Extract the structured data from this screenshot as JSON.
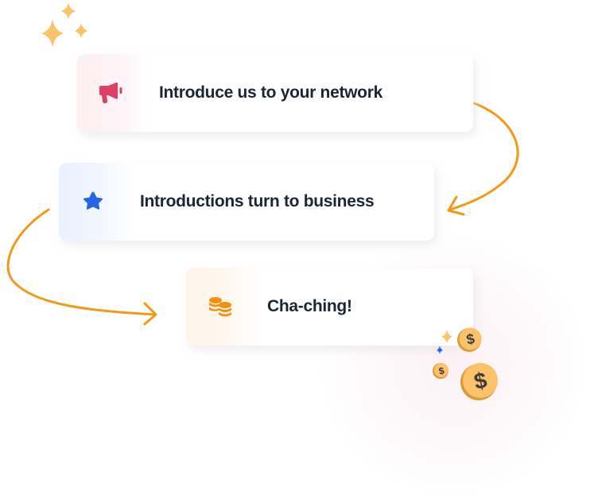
{
  "steps": [
    {
      "label": "Introduce us to your network",
      "icon": "megaphone-icon",
      "accent": "#dc4067"
    },
    {
      "label": "Introductions turn to business",
      "icon": "star-icon",
      "accent": "#2563eb"
    },
    {
      "label": "Cha-ching!",
      "icon": "coins-icon",
      "accent": "#f5900f"
    }
  ],
  "colors": {
    "arrow": "#f29a16",
    "sparkle": "#fcc36d",
    "coin": "#fbc26a",
    "coin_shadow": "#d99a3a",
    "coin_symbol": "#3b3b3b",
    "text": "#1b2533"
  },
  "coins": [
    {
      "symbol": "$"
    },
    {
      "symbol": "$"
    },
    {
      "symbol": "$"
    }
  ]
}
